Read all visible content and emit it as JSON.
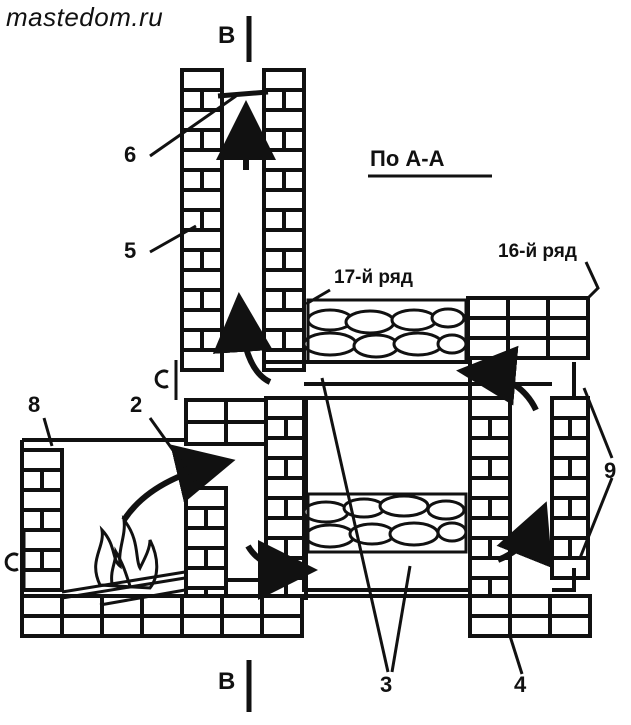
{
  "watermark": "mastedom.ru",
  "section_title": "По А-А",
  "section_markers": {
    "top": "В",
    "bottom": "В"
  },
  "row_labels": {
    "row17": "17-й ряд",
    "row16": "16-й ряд"
  },
  "callouts": {
    "n2": "2",
    "n3": "3",
    "n4": "4",
    "n5": "5",
    "n6": "6",
    "n8": "8",
    "n9": "9"
  },
  "colors": {
    "ink": "#111111",
    "paper": "#ffffff",
    "stone": "#e8e8e8"
  }
}
